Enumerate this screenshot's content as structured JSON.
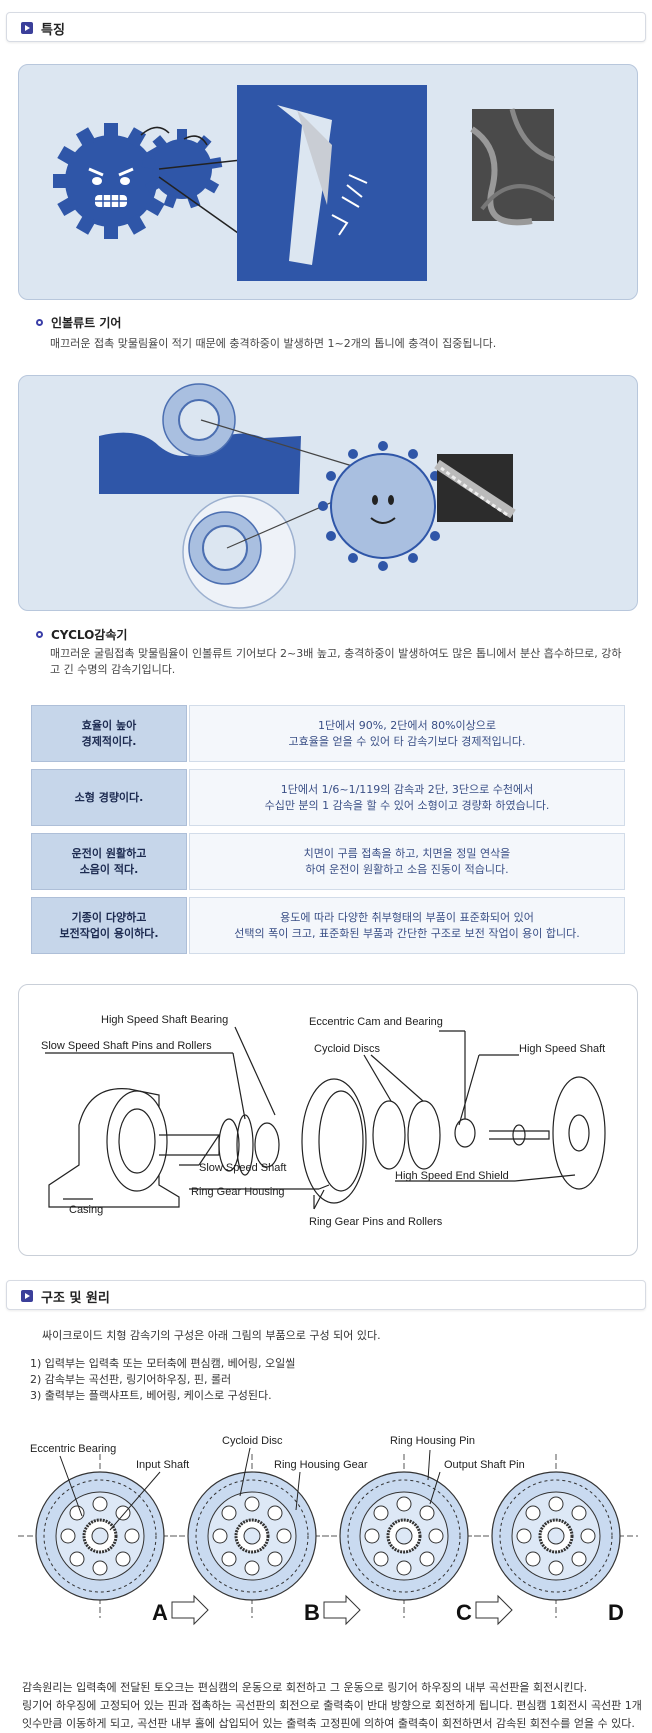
{
  "section1": {
    "title": "특징"
  },
  "involute": {
    "title": "인볼류트 기어",
    "desc": "매끄러운 접촉 맞물림율이 적기 때문에 충격하중이 발생하면 1~2개의 톱니에 충격이 집중됩니다."
  },
  "cyclo": {
    "title": "CYCLO감속기",
    "desc": "매끄러운 굴림접촉 맞물림율이 인볼류트 기어보다 2~3배 높고, 충격하중이 발생하여도 많은 톱니에서 분산 흡수하므로, 강하고 긴 수명의 감속기입니다."
  },
  "features": [
    {
      "label_1": "효율이 높아",
      "label_2": "경제적이다.",
      "value_1": "1단에서 90%, 2단에서 80%이상으로",
      "value_2": "고효율을 얻을 수 있어 타 감속기보다 경제적입니다."
    },
    {
      "label_1": "소형 경량이다.",
      "label_2": "",
      "value_1": "1단에서 1/6~1/119의 감속과 2단, 3단으로 수천에서",
      "value_2": "수십만 분의 1 감속을 할 수 있어 소형이고 경량화 하였습니다."
    },
    {
      "label_1": "운전이 원활하고",
      "label_2": "소음이 적다.",
      "value_1": "치면이 구름 접촉을 하고, 치면을 정밀 연삭을",
      "value_2": "하여 운전이 원활하고 소음 진동이 적습니다."
    },
    {
      "label_1": "기종이 다양하고",
      "label_2": "보전작업이 용이하다.",
      "value_1": "용도에 따라 다양한 취부형태의 부품이 표준화되어 있어",
      "value_2": "선택의 폭이 크고, 표준화된 부품과 간단한 구조로 보전 작업이 용이 합니다."
    }
  ],
  "exploded": {
    "high_speed_shaft_bearing": "High Speed Shaft Bearing",
    "slow_speed_shaft_pins": "Slow Speed Shaft Pins and Rollers",
    "eccentric_cam": "Eccentric Cam and Bearing",
    "cycloid_discs": "Cycloid Discs",
    "high_speed_shaft": "High Speed Shaft",
    "slow_speed_shaft": "Slow Speed Shaft",
    "ring_gear_housing": "Ring Gear Housing",
    "high_speed_end_shield": "High Speed End Shield",
    "casing": "Casing",
    "ring_gear_pins": "Ring Gear Pins and Rollers"
  },
  "section2": {
    "title": "구조 및 원리"
  },
  "structure": {
    "intro": "싸이크로이드 치형 감속기의 구성은 아래 그림의 부품으로 구성 되어 있다.",
    "item1": "1) 입력부는 입력축 또는 모터축에 편심캠, 베어링, 오일씰",
    "item2": "2) 감속부는 곡선판, 링기어하우징, 핀, 롤러",
    "item3": "3) 출력부는 플랙샤프트, 베어링, 케이스로 구성된다."
  },
  "principle": {
    "eccentric_bearing": "Eccentric Bearing",
    "input_shaft": "Input Shaft",
    "cycloid_disc": "Cycloid Disc",
    "ring_housing_gear": "Ring Housing Gear",
    "ring_housing_pin": "Ring Housing Pin",
    "output_shaft_pin": "Output Shaft Pin",
    "step_a": "A",
    "step_b": "B",
    "step_c": "C",
    "step_d": "D"
  },
  "footer": {
    "line1": "감속원리는 입력축에 전달된 토오크는 편심캠의 운동으로 회전하고 그 운동으로 링기어 하우징의 내부 곡선판을 회전시킨다.",
    "line2": "링기어 하우징에 고정되어 있는 핀과 접촉하는 곡선판의 회전으로 출력축이 반대 방향으로 회전하게 됩니다. 편심캠 1회전시 곡선판 1개",
    "line3": "잇수만큼 이동하게 되고, 곡선판 내부 홀에 삽입되어 있는 출력축 고정핀에 의하여 출력축이 회전하면서 감속된 회전수를 얻을 수 있다."
  },
  "colors": {
    "accent": "#3b3f9a",
    "panel_bg": "#dce6f1",
    "gear_blue": "#2f56a8",
    "label_bg": "#c6d6ea"
  }
}
